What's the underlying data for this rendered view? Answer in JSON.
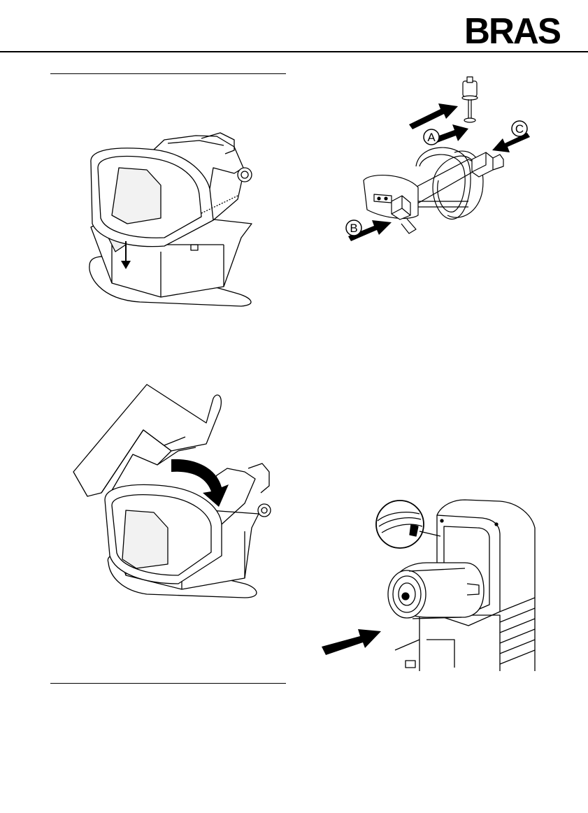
{
  "header": {
    "logo_text": "BRAS"
  },
  "figures": {
    "shell_assembly": {
      "icon": "shell-lower-arrow-illustration"
    },
    "parts_exploded": {
      "icon": "auger-exploded-illustration",
      "labels": {
        "a": "A",
        "b": "B",
        "c": "C"
      }
    },
    "shell_closing": {
      "icon": "shell-closing-curved-arrow-illustration"
    },
    "cylinder_insert": {
      "icon": "cylinder-insert-arrow-illustration"
    }
  },
  "colors": {
    "ink": "#000000",
    "paper": "#ffffff",
    "shade": "#e6e6e6"
  }
}
